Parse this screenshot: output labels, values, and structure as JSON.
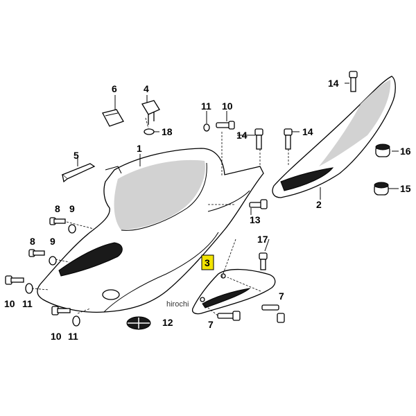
{
  "diagram": {
    "watermark": "hirochi",
    "highlight_color": "#f2e400",
    "highlighted_callout": "3",
    "callouts": {
      "c1": "1",
      "c2": "2",
      "c3": "3",
      "c4": "4",
      "c5": "5",
      "c6": "6",
      "c7a": "7",
      "c7b": "7",
      "c8a": "8",
      "c8b": "8",
      "c9a": "9",
      "c9b": "9",
      "c10a": "10",
      "c10b": "10",
      "c10c": "10",
      "c11a": "11",
      "c11b": "11",
      "c11c": "11",
      "c12": "12",
      "c13": "13",
      "c14a": "14",
      "c14b": "14",
      "c14c": "14",
      "c15": "15",
      "c16": "16",
      "c17": "17",
      "c18": "18"
    }
  }
}
